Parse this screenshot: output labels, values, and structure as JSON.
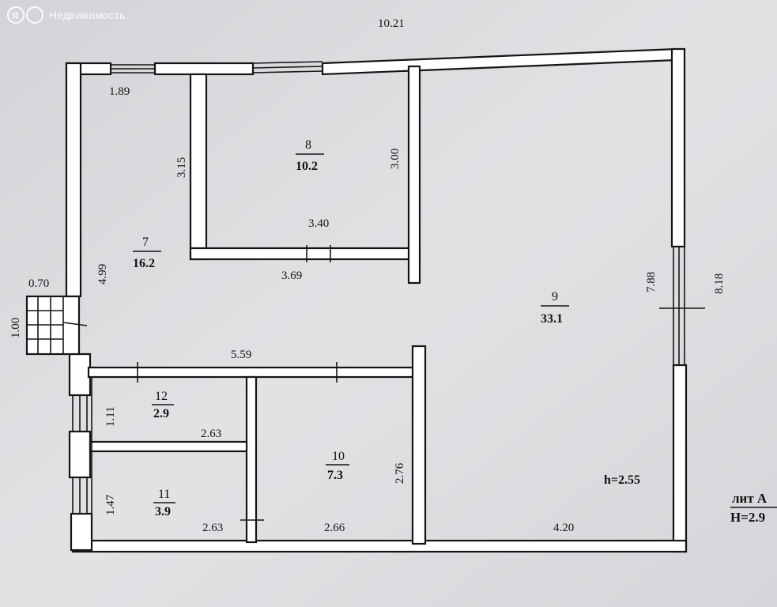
{
  "watermark": {
    "brand": "Недвижимость",
    "logo_letter": "Я"
  },
  "rooms": [
    {
      "id": "room-7",
      "number": "7",
      "area": "16.2"
    },
    {
      "id": "room-8",
      "number": "8",
      "area": "10.2"
    },
    {
      "id": "room-9",
      "number": "9",
      "area": "33.1"
    },
    {
      "id": "room-10",
      "number": "10",
      "area": "7.3"
    },
    {
      "id": "room-11",
      "number": "11",
      "area": "3.9"
    },
    {
      "id": "room-12",
      "number": "12",
      "area": "2.9"
    }
  ],
  "dimensions": {
    "overall_width": "10.21",
    "overall_height": "8.18",
    "window_top_left": "1.89",
    "room8_left": "3.15",
    "room8_right": "3.00",
    "room8_bottom_inner": "3.40",
    "room8_bottom_outer": "3.69",
    "room7_height": "4.99",
    "porch_width": "0.70",
    "porch_height": "1.00",
    "corridor_length": "5.59",
    "room12_height": "1.11",
    "room12_width": "2.63",
    "room11_height": "1.47",
    "room11_width": "2.63",
    "room10_height": "2.76",
    "room10_width": "2.66",
    "room9_height": "7.88",
    "room9_width": "4.20"
  },
  "ceiling_height": "h=2.55",
  "legend": {
    "lit": "лит А",
    "total_height": "Н=2.9"
  }
}
